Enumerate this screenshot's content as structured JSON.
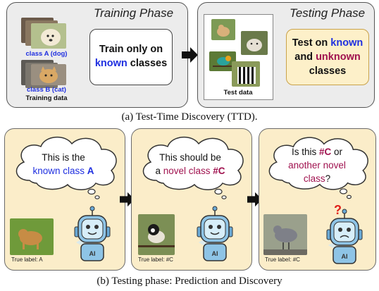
{
  "top": {
    "training": {
      "title": "Training Phase",
      "class_a_label": "class A (dog)",
      "class_b_label": "class B (cat)",
      "data_label": "Training data",
      "center_line1": "Train only on",
      "center_known": "known",
      "center_rest": "classes"
    },
    "testing": {
      "title": "Testing Phase",
      "data_label": "Test data",
      "box_line1_prefix": "Test on",
      "box_known": "known",
      "box_and": "and",
      "box_unknown": "unknown",
      "box_classes": "classes"
    },
    "caption": "(a) Test-Time Discovery (TTD)."
  },
  "bottom": {
    "panels": [
      {
        "line1": "This is the",
        "line2_known": "known class",
        "line2_a": "A",
        "true_label": "True label: A"
      },
      {
        "line1": "This should be",
        "line2_a": "a",
        "line2_novel": "novel class",
        "line2_c": "#C",
        "true_label": "True label: #C"
      },
      {
        "line1_is": "Is this",
        "line1_c": "#C",
        "line1_or": "or",
        "line2": "another novel",
        "line3_class": "class",
        "line3_q": "?",
        "true_label": "True label: #C",
        "question_mark": "?"
      }
    ],
    "robot_label": "AI",
    "caption": "(b) Testing phase: Prediction and Discovery"
  },
  "colors": {
    "known": "#1f2fe0",
    "novel": "#a0124f",
    "panel_bg": "#fbedc9",
    "question": "#e0201a"
  },
  "icons": [
    "arrow-right-icon",
    "robot-icon",
    "thought-cloud-icon"
  ]
}
